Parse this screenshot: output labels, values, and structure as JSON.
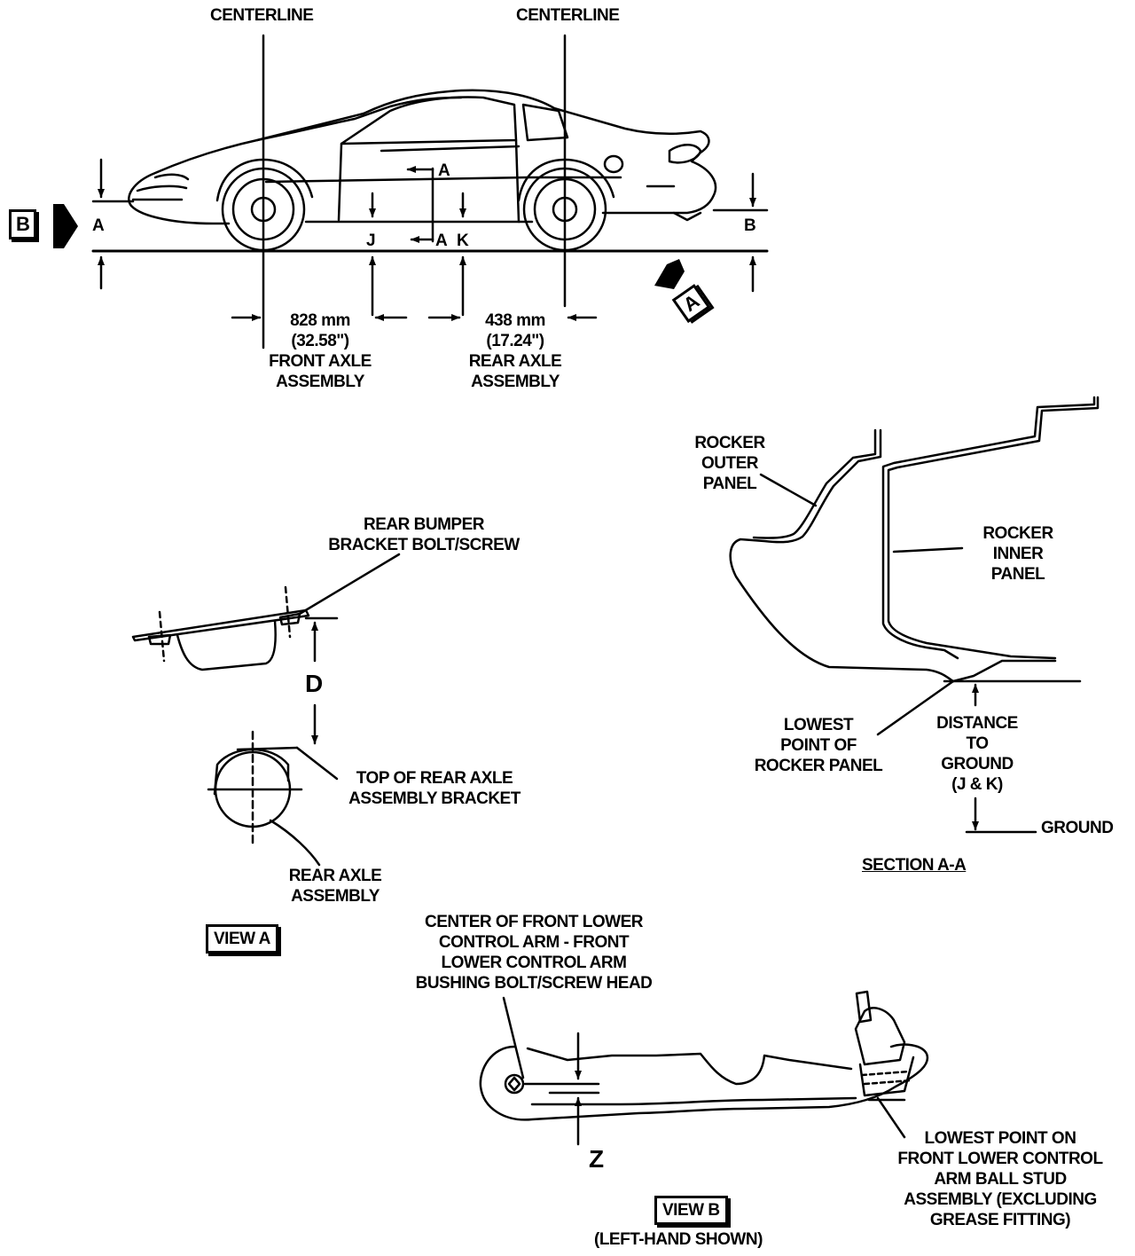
{
  "top_view": {
    "centerline_front": "CENTERLINE",
    "centerline_rear": "CENTERLINE",
    "label_A_left": "A",
    "label_B_right": "B",
    "view_B_marker": "B",
    "view_A_marker": "A",
    "section_A_top": "A",
    "section_A_bottom": "A",
    "label_J": "J",
    "label_K": "K",
    "front_dim": [
      "828 mm",
      "(32.58\")",
      "FRONT AXLE",
      "ASSEMBLY"
    ],
    "rear_dim": [
      "438 mm",
      "(17.24\")",
      "REAR AXLE",
      "ASSEMBLY"
    ]
  },
  "view_a": {
    "bumper_label": [
      "REAR BUMPER",
      "BRACKET BOLT/SCREW"
    ],
    "dim_D": "D",
    "bracket_label": [
      "TOP OF REAR AXLE",
      "ASSEMBLY BRACKET"
    ],
    "axle_label": [
      "REAR AXLE",
      "ASSEMBLY"
    ],
    "title": "VIEW A"
  },
  "section_aa": {
    "outer_label": [
      "ROCKER",
      "OUTER",
      "PANEL"
    ],
    "inner_label": [
      "ROCKER",
      "INNER",
      "PANEL"
    ],
    "lowest_label": [
      "LOWEST",
      "POINT OF",
      "ROCKER PANEL"
    ],
    "distance_label": [
      "DISTANCE",
      "TO",
      "GROUND",
      "(J & K)"
    ],
    "ground_label": "GROUND",
    "title": "SECTION A-A"
  },
  "view_b": {
    "center_label": [
      "CENTER OF FRONT LOWER",
      "CONTROL ARM - FRONT",
      "LOWER CONTROL ARM",
      "BUSHING BOLT/SCREW HEAD"
    ],
    "dim_Z": "Z",
    "lowest_label": [
      "LOWEST POINT ON",
      "FRONT LOWER CONTROL",
      "ARM BALL STUD",
      "ASSEMBLY (EXCLUDING",
      "GREASE FITTING)"
    ],
    "title": "VIEW B",
    "subtitle": "(LEFT-HAND SHOWN)"
  }
}
